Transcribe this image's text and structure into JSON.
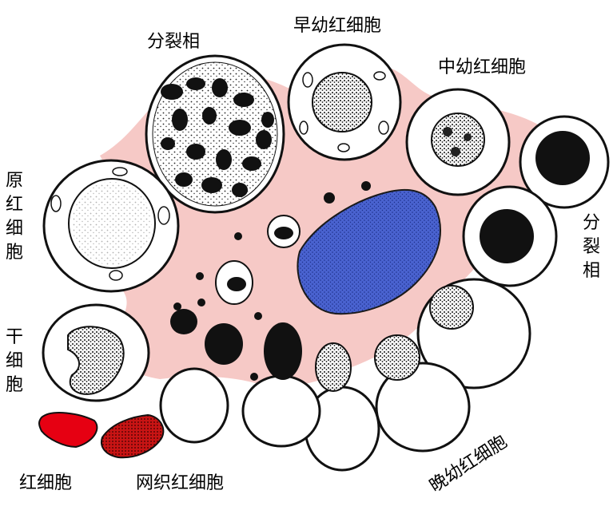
{
  "labels": {
    "mitosis_top": "分裂相",
    "early_erythroblast": "早幼红细胞",
    "intermediate_erythroblast": "中幼红细胞",
    "proerythroblast": "原红细胞",
    "mitosis_right": "分裂相",
    "stem_cell": "干细胞",
    "red_blood_cell": "红细胞",
    "reticulocyte": "网织红细胞",
    "late_erythroblast": "晚幼红细胞"
  },
  "colors": {
    "stroma": "#f6c9c6",
    "macrophage_nucleus": "#4a63d0",
    "red_cell": "#e60012",
    "reticulocyte": "#c81414",
    "ink": "#111111"
  }
}
